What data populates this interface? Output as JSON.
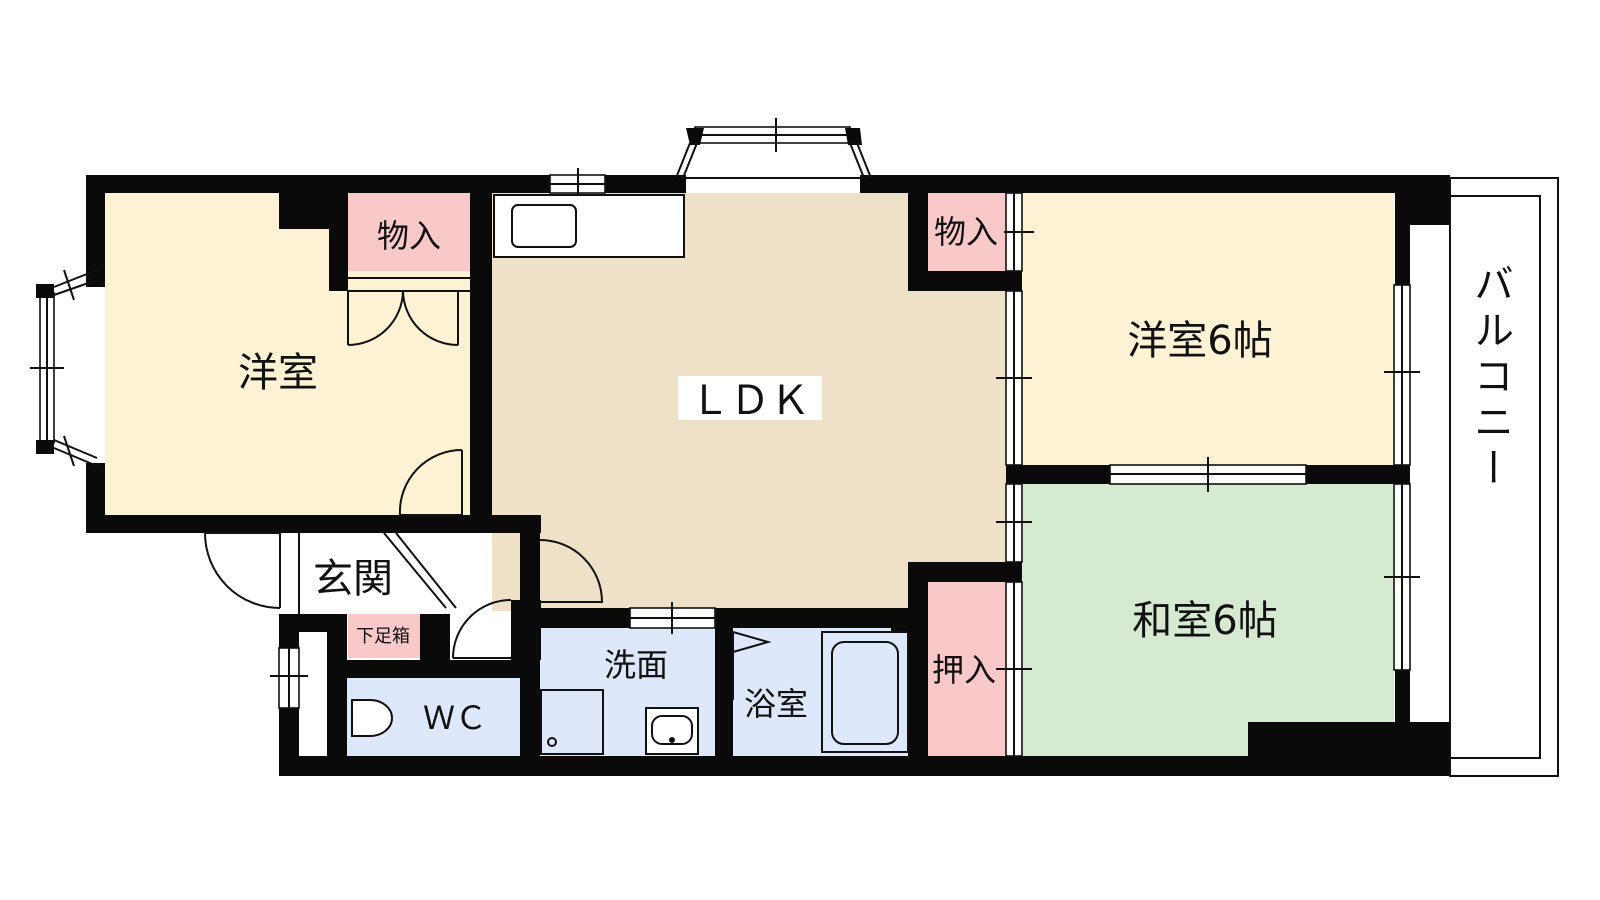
{
  "rooms": {
    "western_room_left": "洋室",
    "storage_left": "物入",
    "ldk": "ＬＤＫ",
    "storage_right": "物入",
    "western_room_right": "洋室6帖",
    "balcony": "バルコニー",
    "japanese_room": "和室6帖",
    "closet_oshiire": "押入",
    "entrance": "玄関",
    "shoe_cabinet": "下足箱",
    "toilet": "ＷＣ",
    "washroom": "洗面",
    "bathroom": "浴室"
  },
  "colors": {
    "western_room": "#fdf2d4",
    "ldk": "#efe0c8",
    "japanese_room": "#d5ead0",
    "storage": "#f9c9c9",
    "wet_area": "#dde9fa",
    "wall": "#0a0a0a"
  }
}
